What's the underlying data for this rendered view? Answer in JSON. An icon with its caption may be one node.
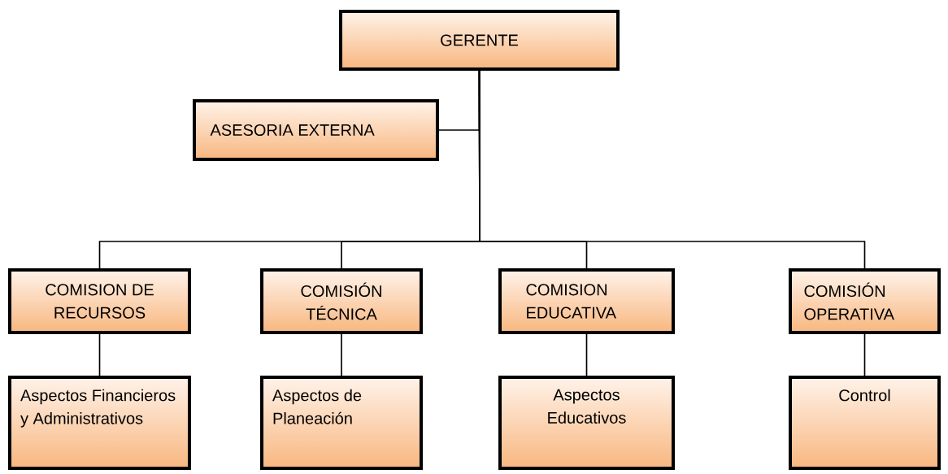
{
  "diagram": {
    "nodes": [
      {
        "text": [
          "GERENTE"
        ]
      },
      {
        "text": [
          "ASESORIA EXTERNA"
        ]
      },
      {
        "text": [
          "COMISION DE RECURSOS"
        ]
      },
      {
        "text": [
          "COMISIÓN TÉCNICA"
        ]
      },
      {
        "text": [
          "COMISION EDUCATIVA"
        ]
      },
      {
        "text": [
          "COMISIÓN OPERATIVA"
        ]
      },
      {
        "text": [
          "Aspectos Financieros y Administrativos"
        ]
      },
      {
        "text": [
          "Aspectos de Planeación"
        ]
      },
      {
        "text": [
          "Aspectos Educativos"
        ]
      },
      {
        "text": [
          "Control"
        ]
      }
    ],
    "edges": [
      {
        "from": 0,
        "to": 1,
        "arrow": "none"
      },
      {
        "from": 0,
        "to": 2,
        "arrow": "none"
      },
      {
        "from": 0,
        "to": 3,
        "arrow": "none"
      },
      {
        "from": 0,
        "to": 4,
        "arrow": "none"
      },
      {
        "from": 0,
        "to": 5,
        "arrow": "none"
      },
      {
        "from": 2,
        "to": 6,
        "arrow": "none"
      },
      {
        "from": 3,
        "to": 7,
        "arrow": "none"
      },
      {
        "from": 4,
        "to": 8,
        "arrow": "none"
      },
      {
        "from": 5,
        "to": 9,
        "arrow": "none"
      }
    ]
  }
}
